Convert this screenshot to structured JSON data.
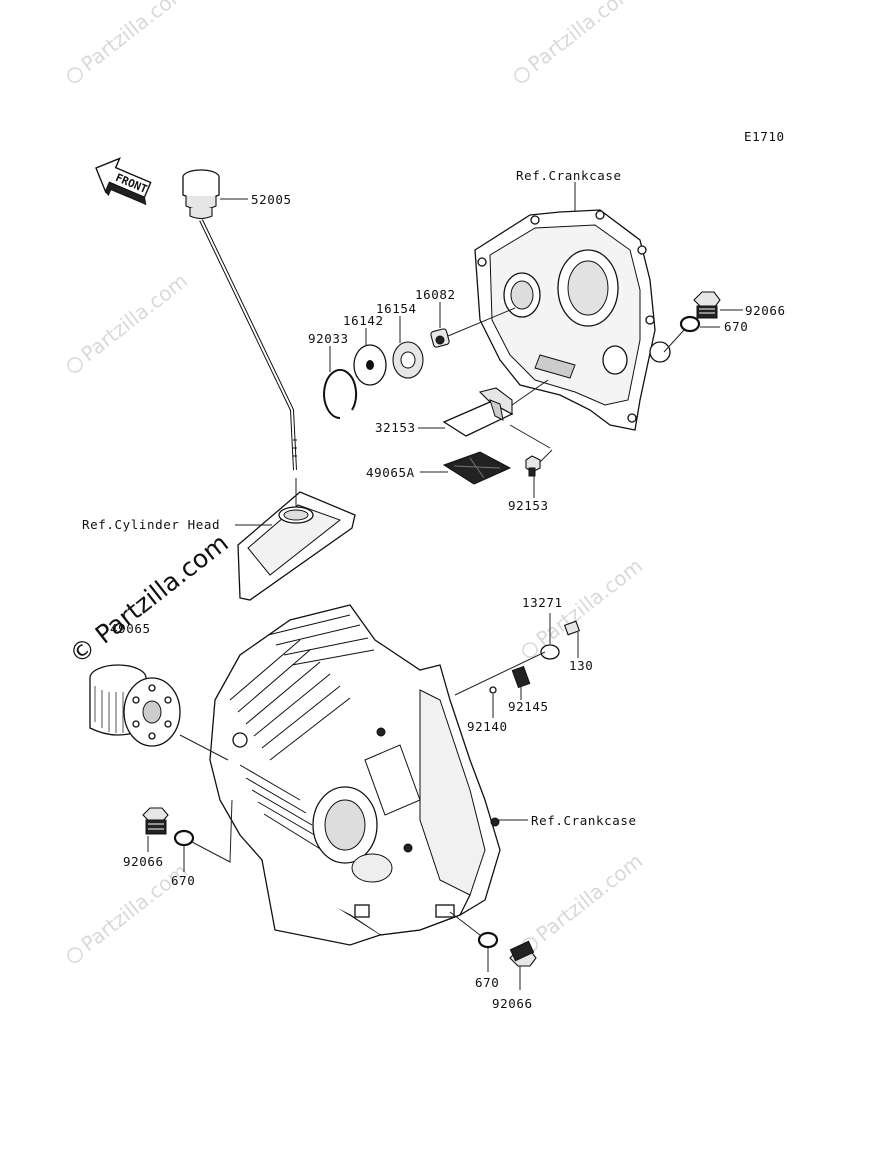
{
  "diagram": {
    "code": "E1710",
    "front_label": "FRONT",
    "watermark": "Partzilla.com",
    "watermark_big": "© Partzilla.com",
    "refs": {
      "crankcase_top": "Ref.Crankcase",
      "cylinder_head": "Ref.Cylinder Head",
      "crankcase_bottom": "Ref.Crankcase"
    },
    "parts": {
      "p52005": "52005",
      "p92066_top": "92066",
      "p670_top": "670",
      "p16082": "16082",
      "p16154": "16154",
      "p16142": "16142",
      "p92033": "92033",
      "p32153": "32153",
      "p49065A": "49065A",
      "p92153": "92153",
      "p13271": "13271",
      "p130": "130",
      "p92145": "92145",
      "p92140": "92140",
      "p49065": "49065",
      "p92066_left": "92066",
      "p670_left": "670",
      "p670_bottom": "670",
      "p92066_bottom": "92066"
    }
  }
}
